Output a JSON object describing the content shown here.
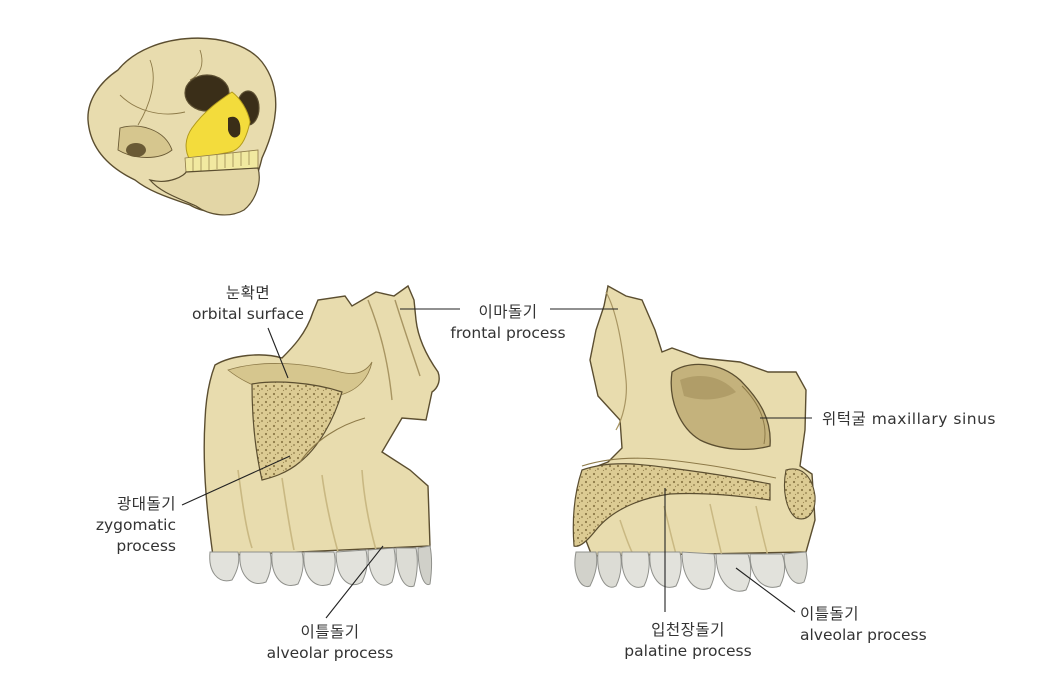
{
  "colors": {
    "bone": "#e8dcae",
    "bone_dark": "#c9b882",
    "bone_shadow": "#a89562",
    "outline": "#5b4e30",
    "spongy": "#d9c68e",
    "highlight": "#f3dc3c",
    "tooth": "#e2e2dc",
    "tooth_shadow": "#a9aaa6",
    "leader": "#222222",
    "text": "#333333"
  },
  "labels": {
    "orbital_surface": {
      "ko": "눈확면",
      "en": "orbital surface"
    },
    "frontal_process": {
      "ko": "이마돌기",
      "en": "frontal process"
    },
    "zygomatic_process": {
      "ko": "광대돌기",
      "en1": "zygomatic",
      "en2": "process"
    },
    "alveolar_process_left": {
      "ko": "이틀돌기",
      "en": "alveolar process"
    },
    "maxillary_sinus": {
      "text": "위턱굴 maxillary sinus"
    },
    "palatine_process": {
      "ko": "입천장돌기",
      "en": "palatine process"
    },
    "alveolar_process_right": {
      "ko": "이틀돌기",
      "en": "alveolar process"
    }
  }
}
